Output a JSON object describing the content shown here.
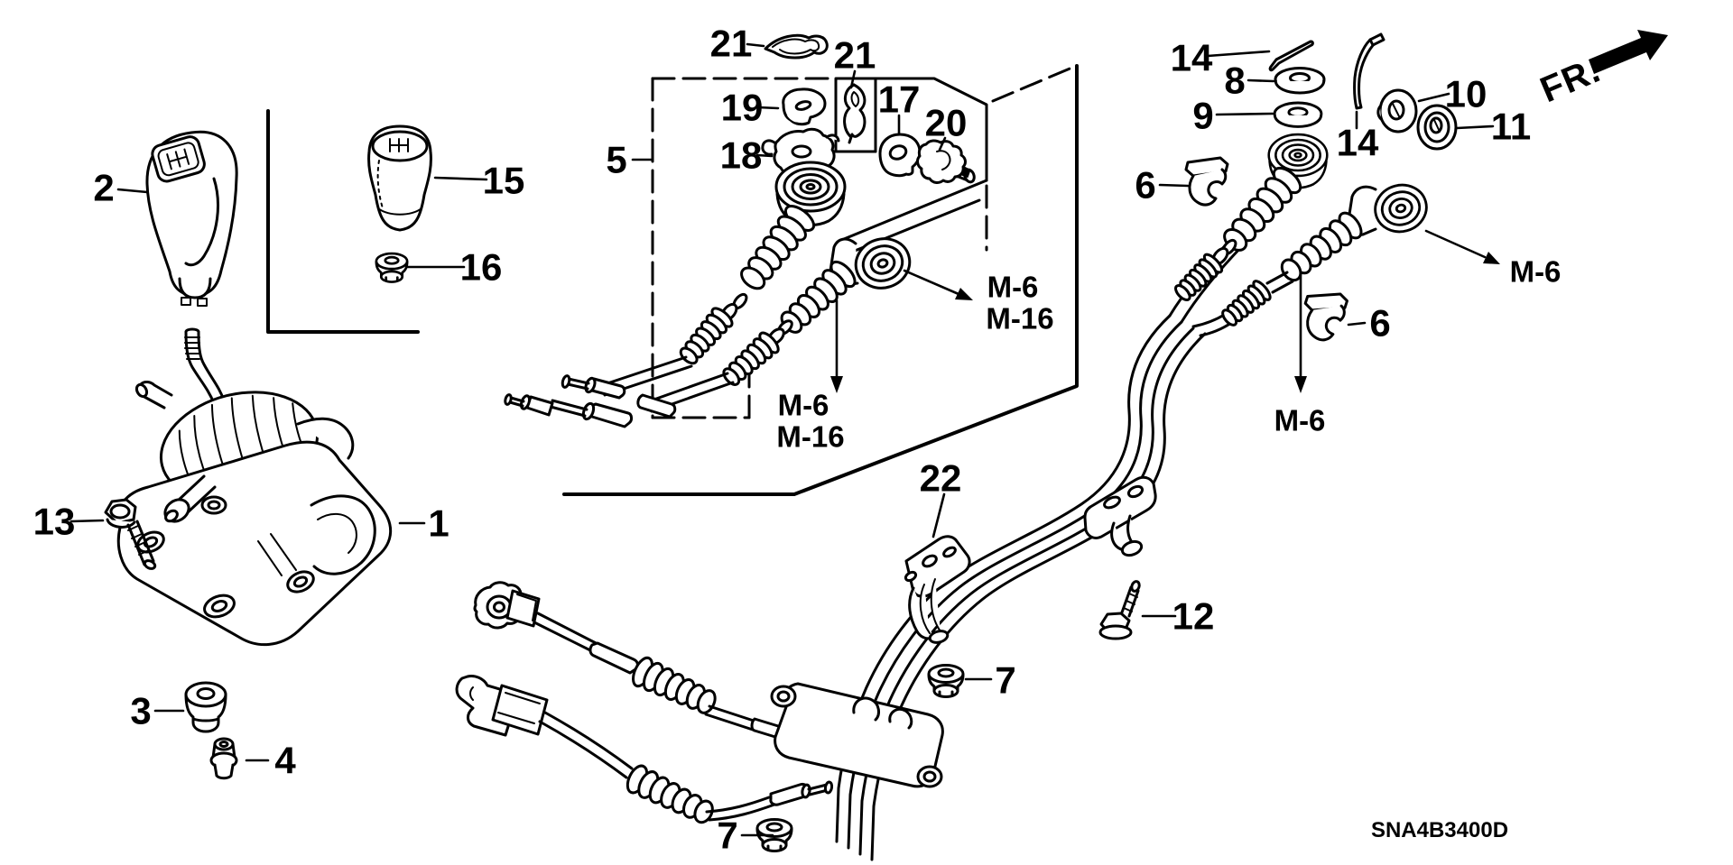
{
  "diagram": {
    "type": "exploded-parts-diagram",
    "line_color": "#000000",
    "background_color": "#ffffff"
  },
  "callouts": {
    "c1": "1",
    "c2": "2",
    "c3": "3",
    "c4": "4",
    "c5": "5",
    "c6a": "6",
    "c6b": "6",
    "c7a": "7",
    "c7b": "7",
    "c8": "8",
    "c9": "9",
    "c10": "10",
    "c11": "11",
    "c12": "12",
    "c13": "13",
    "c14a": "14",
    "c14b": "14",
    "c15": "15",
    "c16": "16",
    "c17": "17",
    "c18": "18",
    "c19": "19",
    "c20": "20",
    "c21a": "21",
    "c21b": "21",
    "c22": "22"
  },
  "refs": {
    "m6_inner": "M-6",
    "m16_inner": "M-16",
    "m6_low": "M-6",
    "m16_low": "M-16",
    "m6_mid": "M-6",
    "m6_right": "M-6"
  },
  "direction": {
    "label": "FR."
  },
  "footer": {
    "part_code": "SNA4B3400D"
  }
}
